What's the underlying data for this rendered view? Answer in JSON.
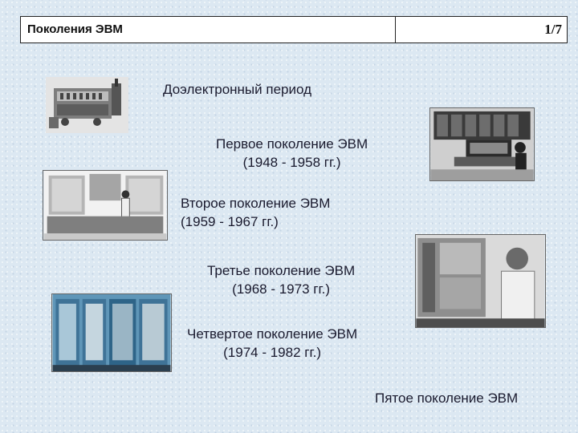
{
  "header": {
    "title": "Поколения ЭВМ",
    "page": "1/7"
  },
  "generations": [
    {
      "name": "Доэлектронный период",
      "years": ""
    },
    {
      "name": "Первое поколение ЭВМ",
      "years": "(1948 - 1958 гг.)"
    },
    {
      "name": "Второе поколение ЭВМ",
      "years": "(1959 - 1967 гг.)"
    },
    {
      "name": "Третье поколение ЭВМ",
      "years": "(1968 - 1973 гг.)"
    },
    {
      "name": "Четвертое поколение ЭВМ",
      "years": "(1974 - 1982 гг.)"
    },
    {
      "name": "Пятое поколение ЭВМ",
      "years": ""
    }
  ]
}
